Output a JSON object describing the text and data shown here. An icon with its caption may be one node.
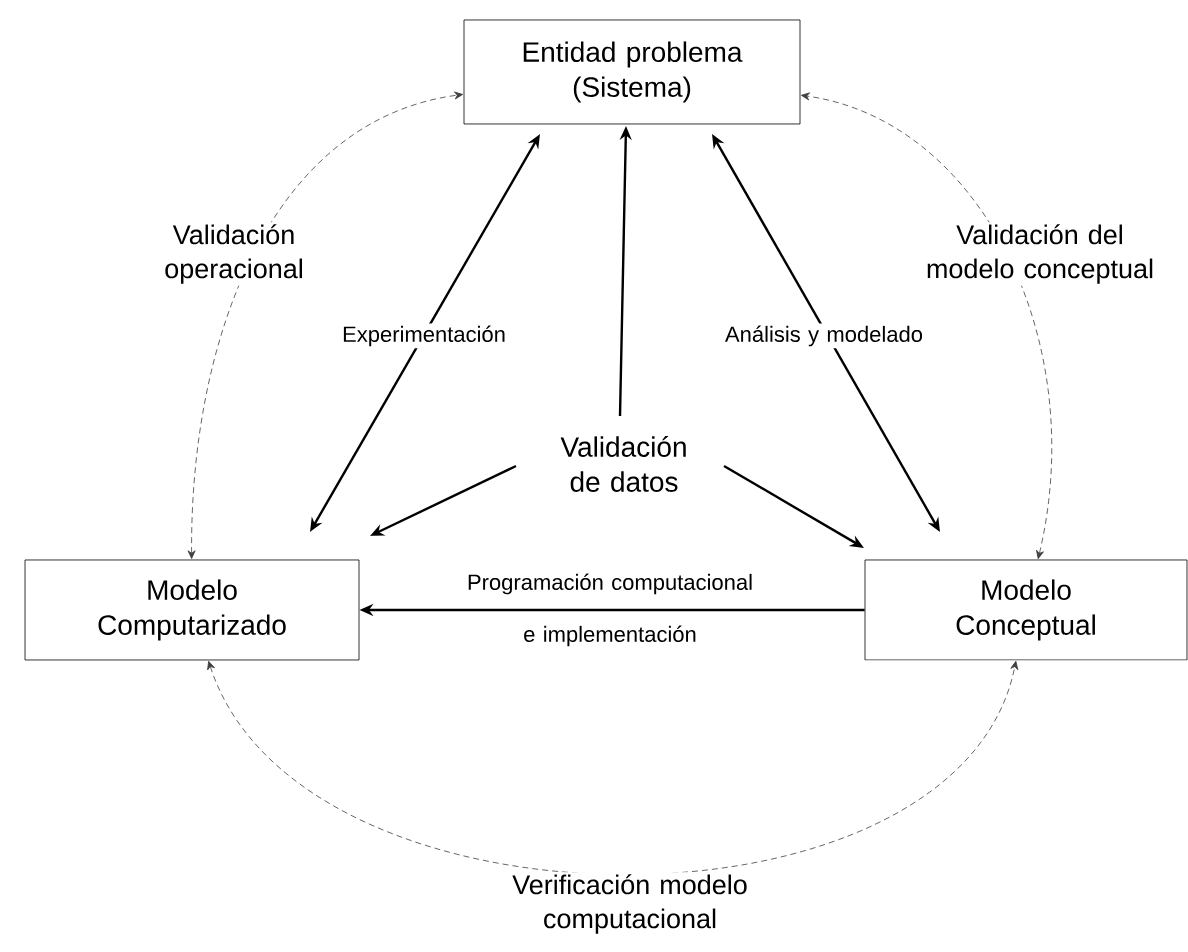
{
  "diagram": {
    "nodes": [
      {
        "text": [
          "Entidad problema (Sistema)"
        ]
      },
      {
        "text": [
          "Modelo Computarizado"
        ]
      },
      {
        "text": [
          "Modelo Conceptual"
        ]
      },
      {
        "text": [
          "Validación de datos"
        ]
      }
    ],
    "edges": [
      {
        "from": 1,
        "to": 0,
        "arrow": "both",
        "label": "Experimentación"
      },
      {
        "from": 2,
        "to": 0,
        "arrow": "both",
        "label": "Análisis y modelado"
      },
      {
        "from": 3,
        "to": 0,
        "arrow": "to"
      },
      {
        "from": 3,
        "to": 1,
        "arrow": "to"
      },
      {
        "from": 3,
        "to": 2,
        "arrow": "to"
      },
      {
        "from": 2,
        "to": 1,
        "arrow": "to",
        "label": "Programación computacional e implementación"
      },
      {
        "from": 1,
        "to": 0,
        "arrow": "both",
        "style": "dashed",
        "label": "Validación operacional"
      },
      {
        "from": 2,
        "to": 0,
        "arrow": "both",
        "style": "dashed",
        "label": "Validación del modelo conceptual"
      },
      {
        "from": 1,
        "to": 2,
        "arrow": "both",
        "style": "dashed",
        "label": "Verificación modelo computacional"
      }
    ]
  }
}
